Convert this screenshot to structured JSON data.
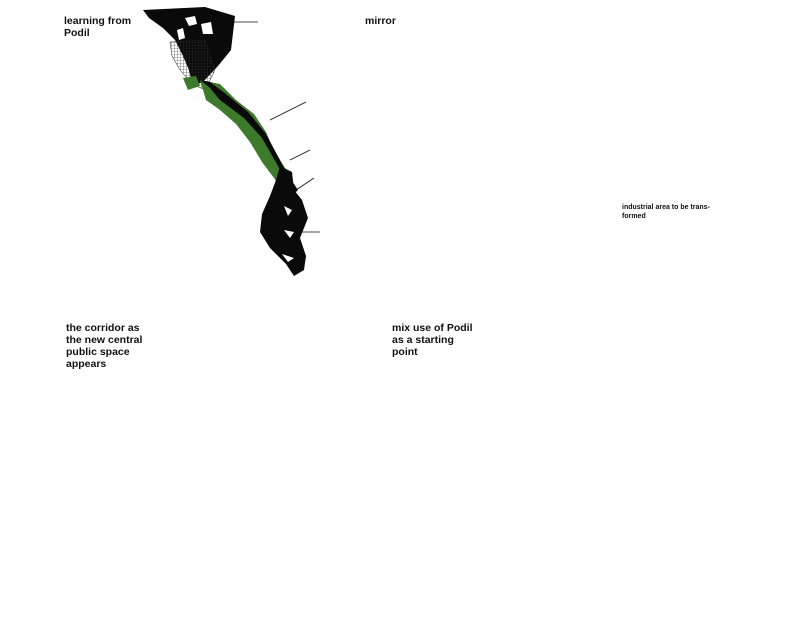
{
  "panels": {
    "p1": {
      "label": "learning from\nPodil"
    },
    "p2": {
      "label": "mirror",
      "annotation": "industrial area to be trans-\nformed"
    },
    "p3": {
      "label": "the corridor as\nthe new central\npublic space\nappears"
    },
    "p4": {
      "label": "mix use of Podil\nas a starting\npoint"
    }
  },
  "colors": {
    "black": "#0a0a0a",
    "green": "#3d7a2c",
    "red": "#e21d1d",
    "grid": "#555555"
  }
}
